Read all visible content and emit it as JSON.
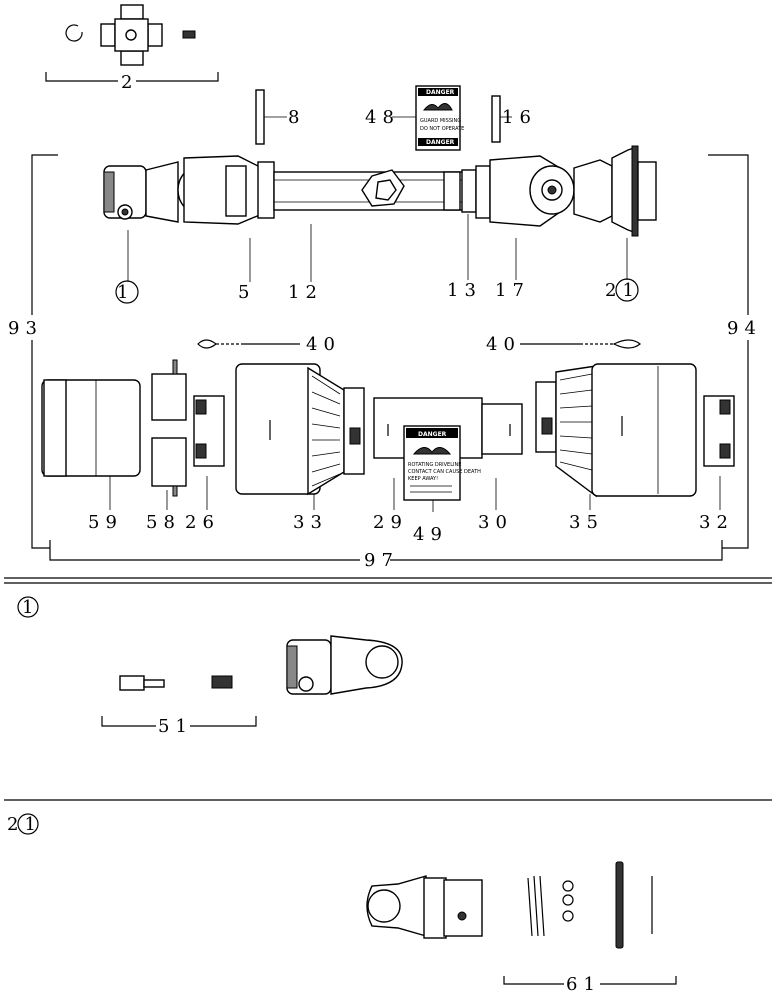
{
  "callouts": {
    "c2": "2",
    "c8": "8",
    "c48": "48",
    "c16": "16",
    "c1": "1",
    "c5": "5",
    "c12": "12",
    "c13": "13",
    "c17": "17",
    "c21": "21",
    "c93": "93",
    "c94": "94",
    "c40a": "40",
    "c40b": "40",
    "c59": "59",
    "c58": "58",
    "c26": "26",
    "c33": "33",
    "c29": "29",
    "c49": "49",
    "c30": "30",
    "c35": "35",
    "c32": "32",
    "c97": "97",
    "detail1_ref": "1",
    "c51": "51",
    "detail21_ref": "21",
    "c61": "61"
  },
  "decals": {
    "d48_head1": "DANGER",
    "d48_line1": "GUARD MISSING",
    "d48_line2": "DO NOT OPERATE",
    "d48_head2": "DANGER",
    "d49_head": "DANGER",
    "d49_line1": "ROTATING DRIVELINE",
    "d49_line2": "CONTACT CAN CAUSE DEATH",
    "d49_line3": "KEEP AWAY!"
  }
}
